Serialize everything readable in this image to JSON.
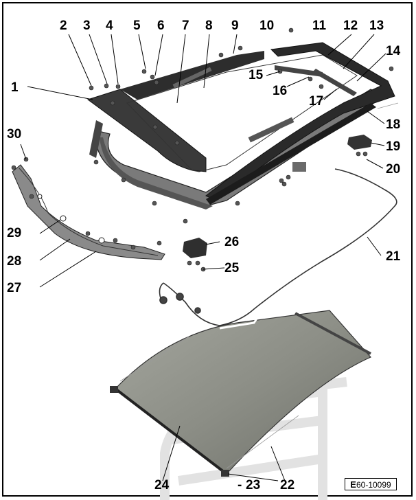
{
  "diagram": {
    "reference_code_prefix": "E",
    "reference_code": "60-10099",
    "callouts": [
      "1",
      "2",
      "3",
      "4",
      "5",
      "6",
      "7",
      "8",
      "9",
      "10",
      "11",
      "12",
      "13",
      "14",
      "15",
      "16",
      "17",
      "18",
      "19",
      "20",
      "21",
      "22",
      "23",
      "24",
      "25",
      "26",
      "27",
      "28",
      "29",
      "30"
    ]
  },
  "colors": {
    "frame": "#000000",
    "part_dark": "#2b2b2b",
    "part_mid": "#6a6a6a",
    "part_light": "#b8b8b8",
    "shade_panel": "#8e9088",
    "background_bars": "#e4e4e4"
  }
}
